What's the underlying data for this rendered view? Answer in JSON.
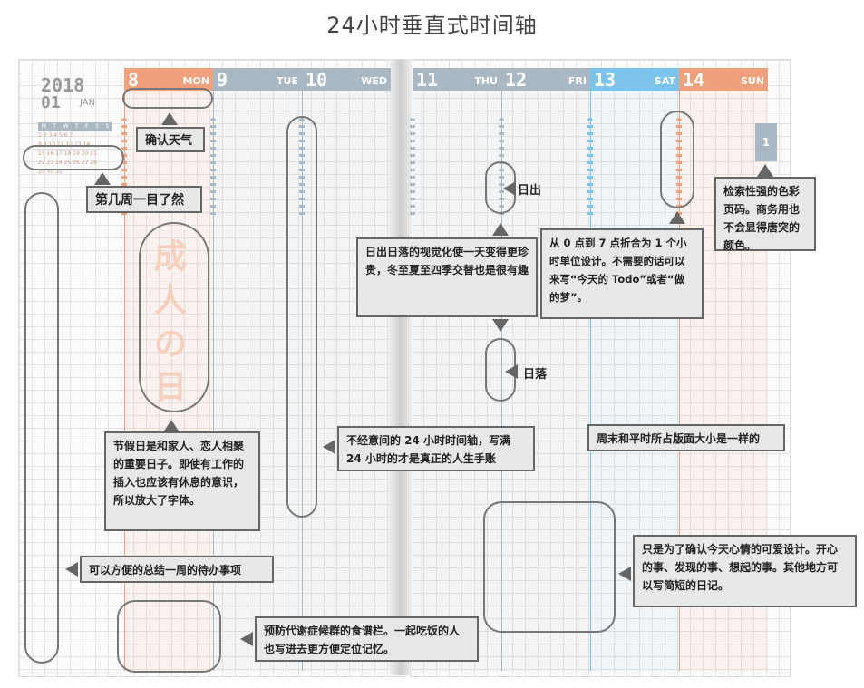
{
  "title": "24小时垂直式时间轴",
  "planner": {
    "year": "2018",
    "month_num": "01",
    "month_name": "JAN",
    "mini_cal_header": [
      "M",
      "T",
      "W",
      "T",
      "F",
      "S",
      "S"
    ],
    "mini_cal_rows": [
      "1 2 3 4 5 6 7",
      "8 9 10 11 12 13 14",
      "15 16 17 18 19 20 21",
      "22 23 24 25 26 27 28",
      "29 30 31"
    ],
    "days": [
      {
        "num": "8",
        "name": "MON",
        "color": "#f0a07c"
      },
      {
        "num": "9",
        "name": "TUE",
        "color": "#a9b8c2"
      },
      {
        "num": "10",
        "name": "WED",
        "color": "#a9b8c2"
      },
      {
        "num": "11",
        "name": "THU",
        "color": "#a9b8c2"
      },
      {
        "num": "12",
        "name": "FRI",
        "color": "#a9b8c2"
      },
      {
        "num": "13",
        "name": "SAT",
        "color": "#7cc4ec"
      },
      {
        "num": "14",
        "name": "SUN",
        "color": "#f0a07c"
      }
    ],
    "page_tab": "1"
  },
  "annotations": {
    "weather": "确认天气",
    "week": "第几周一目了然",
    "sunrise": "日出",
    "sunset": "日落",
    "sun_visual": "日出日落的视觉化使一天变得更珍贵，冬至夏至四季交替也是很有趣",
    "hours": "从 0 点到 7 点折合为 1 个小时单位设计。不需要的话可以来写“今天的 Todo”或者“做的梦”。",
    "page_tab": "检索性强的色彩页码。商务用也不会显得唐突的颜色。",
    "holiday": "节假日是和家人、恋人相聚的重要日子。即使有工作的插入也应该有休息的意识，所以放大了字体。",
    "timeline": "不经意间的 24 小时时间轴，写满 24 小时的才是真正的人生手账",
    "weekend": "周末和平时所占版面大小是一样的",
    "mood": "只是为了确认今天心情的可爱设计。开心的事、发现的事、想起的事。其他地方可以写简短的日记。",
    "todo": "可以方便的总结一周的待办事项",
    "meal": "预防代谢症候群的食谱栏。一起吃饭的人也写进去更方便定位记忆。"
  },
  "holiday_watermark": "成人の日"
}
